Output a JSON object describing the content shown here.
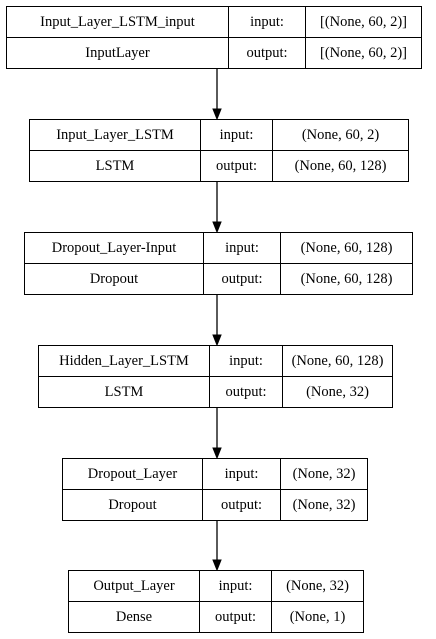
{
  "diagram": {
    "layers": [
      {
        "name": "Input_Layer_LSTM_input",
        "type": "InputLayer",
        "input_label": "input:",
        "output_label": "output:",
        "input_shape": "[(None, 60, 2)]",
        "output_shape": "[(None, 60, 2)]"
      },
      {
        "name": "Input_Layer_LSTM",
        "type": "LSTM",
        "input_label": "input:",
        "output_label": "output:",
        "input_shape": "(None, 60, 2)",
        "output_shape": "(None, 60, 128)"
      },
      {
        "name": "Dropout_Layer-Input",
        "type": "Dropout",
        "input_label": "input:",
        "output_label": "output:",
        "input_shape": "(None, 60, 128)",
        "output_shape": "(None, 60, 128)"
      },
      {
        "name": "Hidden_Layer_LSTM",
        "type": "LSTM",
        "input_label": "input:",
        "output_label": "output:",
        "input_shape": "(None, 60, 128)",
        "output_shape": "(None, 32)"
      },
      {
        "name": "Dropout_Layer",
        "type": "Dropout",
        "input_label": "input:",
        "output_label": "output:",
        "input_shape": "(None, 32)",
        "output_shape": "(None, 32)"
      },
      {
        "name": "Output_Layer",
        "type": "Dense",
        "input_label": "input:",
        "output_label": "output:",
        "input_shape": "(None, 32)",
        "output_shape": "(None, 1)"
      }
    ]
  }
}
